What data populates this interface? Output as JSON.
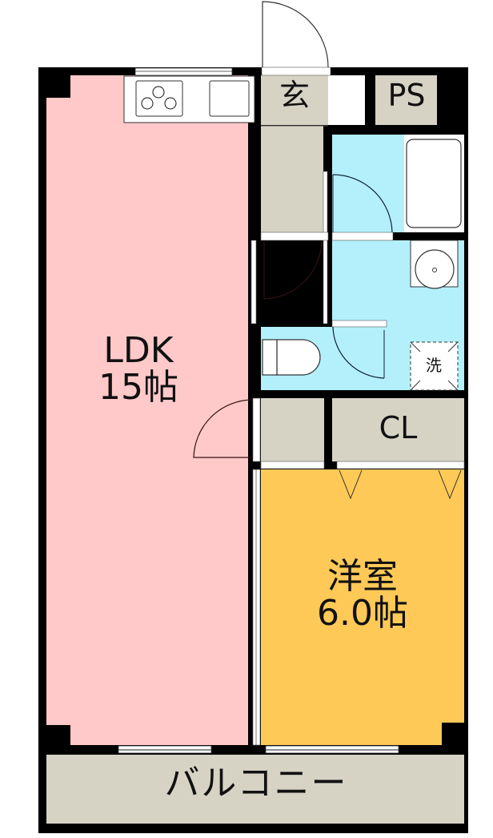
{
  "floorplan": {
    "colors": {
      "wall": "#000000",
      "ldk": "#ffc9c9",
      "western_room": "#ffc957",
      "wet_area": "#b3f0fc",
      "storage_entrance": "#d6d3c5",
      "fixture": "#ffffff"
    },
    "rooms": {
      "ldk": {
        "name": "LDK",
        "size": "15帖"
      },
      "western_room": {
        "name": "洋室",
        "size": "6.0帖"
      },
      "entrance": {
        "name": "玄"
      },
      "pipe_space": {
        "name": "PS"
      },
      "closet": {
        "name": "CL"
      },
      "washer_space": {
        "name": "洗"
      },
      "balcony": {
        "name": "バルコニー"
      }
    },
    "fixtures": [
      "kitchen-stove",
      "kitchen-sink",
      "bathtub",
      "wash-basin",
      "toilet",
      "washing-machine-pan"
    ]
  }
}
